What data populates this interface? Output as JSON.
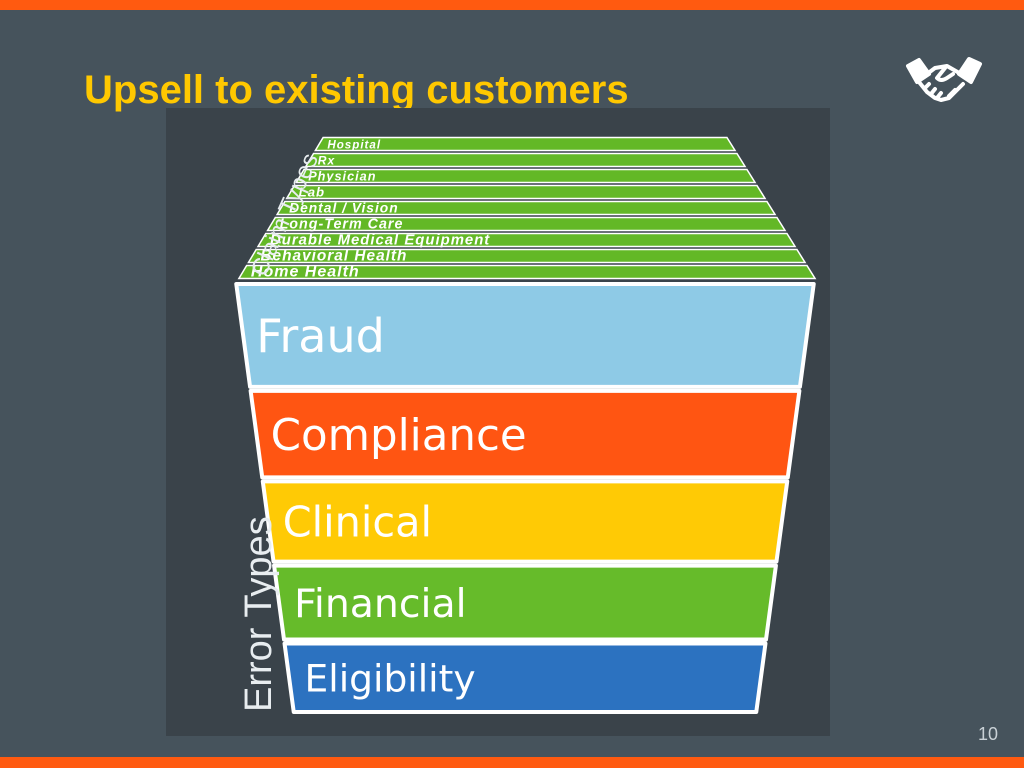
{
  "slide": {
    "title": "Upsell to existing customers",
    "page_number": "10",
    "colors": {
      "background": "#46535c",
      "accent_bar": "#ff5a10",
      "title": "#ffc800"
    },
    "icon": "handshake-icon"
  },
  "diagram": {
    "claim_types_label": "Claim Types",
    "error_types_label": "Error Types",
    "claim_types": [
      "Hospital",
      "Rx",
      "Physician",
      "Lab",
      "Dental / Vision",
      "Long-Term Care",
      "Durable Medical Equipment",
      "Behavioral Health",
      "Home Health"
    ],
    "claim_color": "#63b826",
    "error_types": [
      {
        "label": "Fraud",
        "color": "#8ecae6"
      },
      {
        "label": "Compliance",
        "color": "#ff5512"
      },
      {
        "label": "Clinical",
        "color": "#ffca05"
      },
      {
        "label": "Financial",
        "color": "#66bb2a"
      },
      {
        "label": "Eligibility",
        "color": "#2c72c0"
      }
    ]
  }
}
